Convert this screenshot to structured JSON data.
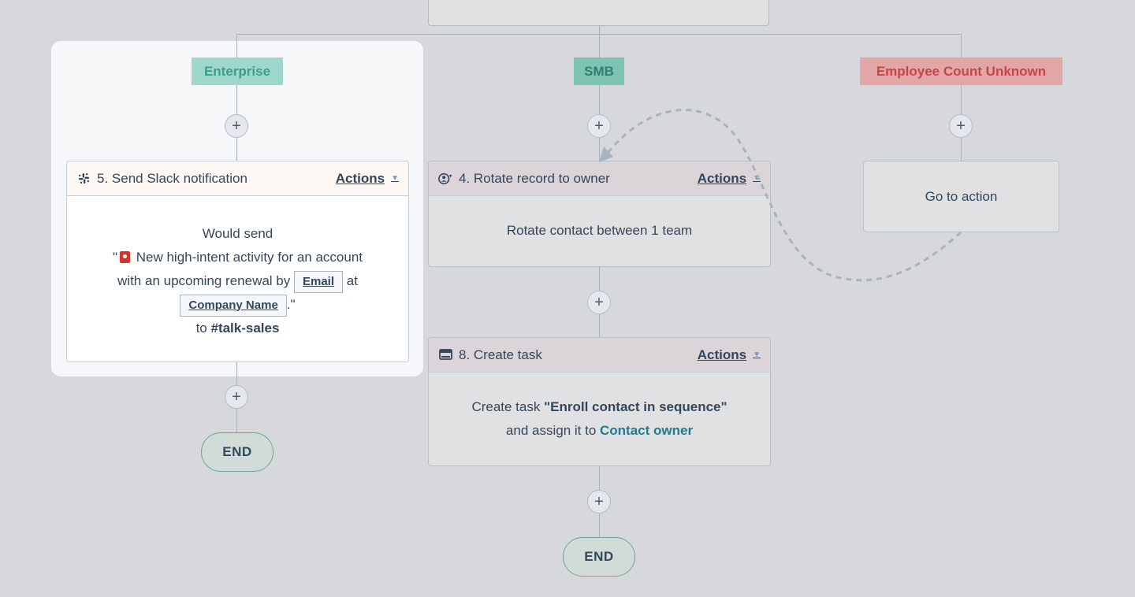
{
  "branches": {
    "enterprise": "Enterprise",
    "smb": "SMB",
    "unknown": "Employee Count Unknown"
  },
  "plus_label": "+",
  "slack_card": {
    "title": "5. Send Slack notification",
    "actions": "Actions",
    "body_line1": "Would send",
    "quote_open": "\"",
    "message_part1": "New high-intent activity for an account",
    "message_part2": "with an upcoming renewal by",
    "token_email": "Email",
    "word_at": "at",
    "token_company": "Company Name",
    "quote_close": ".\"",
    "to_word": "to",
    "channel": "#talk-sales"
  },
  "rotate_card": {
    "title": "4. Rotate record to owner",
    "actions": "Actions",
    "body": "Rotate contact between 1 team"
  },
  "task_card": {
    "title": "8. Create task",
    "actions": "Actions",
    "body_prefix": "Create task",
    "task_name": "\"Enroll contact in sequence\"",
    "body_line2_prefix": "and assign it to",
    "assignee": "Contact owner"
  },
  "goto_card": {
    "label": "Go to action"
  },
  "end_label": "END",
  "icons": {
    "slack": "slack-icon",
    "rotate": "rotate-owner-icon",
    "task": "task-icon",
    "caret": "caret-down-icon",
    "emoji": "red-rotating-light-emoji"
  }
}
